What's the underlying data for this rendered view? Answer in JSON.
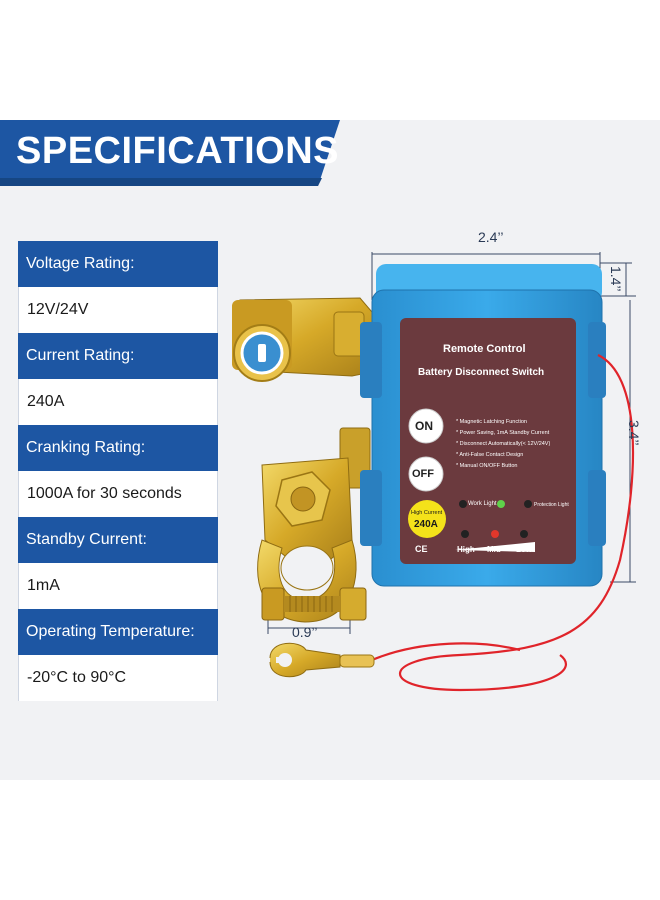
{
  "banner": {
    "title": "SPECIFICATIONS"
  },
  "specs": [
    {
      "label": "Voltage Rating:",
      "value": "12V/24V"
    },
    {
      "label": "Current Rating:",
      "value": "240A"
    },
    {
      "label": "Cranking Rating:",
      "value": "1000A for 30 seconds"
    },
    {
      "label": "Standby Current:",
      "value": "1mA"
    },
    {
      "label": "Operating Temperature:",
      "value": "-20°C to 90°C"
    }
  ],
  "dimensions": {
    "width": "2.4’’",
    "depth": "1.4’’",
    "height": "3.4’’",
    "terminal": "0.9’’"
  },
  "panel": {
    "title_line1": "Remote Control",
    "title_line2": "Battery Disconnect Switch",
    "on_label": "ON",
    "off_label": "OFF",
    "features": [
      "* Magnetic Latching Function",
      "* Power Saving, 1mA Standby Current",
      "* Disconnect Automatically(< 12V/24V)",
      "* Anti-False Contact Design",
      "* Manual ON/OFF Button"
    ],
    "work_light": "Work Light",
    "protection_light": "Protection Light",
    "badge_line1": "High Current",
    "badge_line2": "240A",
    "level_high": "High",
    "level_mid": "Mid",
    "level_low": "Low",
    "cert_marks": "CE"
  },
  "colors": {
    "brand_blue": "#1d56a3",
    "case_blue": "#2f9fe0",
    "panel_brown": "#6b3a3e",
    "brass": "#d9b33a",
    "wire_red": "#e0242a"
  }
}
